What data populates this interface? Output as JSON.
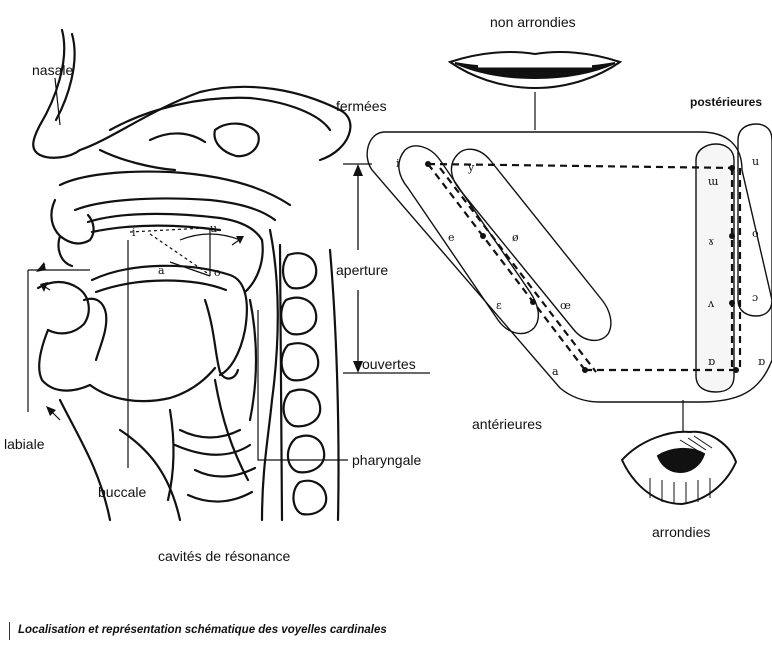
{
  "anatomy": {
    "nasale": "nasale",
    "labiale": "labiale",
    "buccale": "buccale",
    "pharyngale": "pharyngale",
    "subtitle": "cavités de résonance",
    "points": {
      "i": "i",
      "u": "u",
      "a": "a",
      "o": "o"
    }
  },
  "chart": {
    "top_label": "non arrondies",
    "bottom_label": "arrondies",
    "closed": "fermées",
    "open": "ouvertes",
    "aperture": "aperture",
    "front": "antérieures",
    "back": "postérieures",
    "front_vowels": [
      "i",
      "e",
      "ɛ",
      "a"
    ],
    "front_rounded_vowels": [
      "y",
      "ø",
      "œ"
    ],
    "back_unrounded_vowels": [
      "ɯ",
      "ɤ",
      "ʌ",
      "ɒ"
    ],
    "back_rounded_vowels": [
      "u",
      "o",
      "ɔ",
      "ɒ"
    ]
  },
  "caption": "Localisation et représentation schématique des voyelles cardinales"
}
